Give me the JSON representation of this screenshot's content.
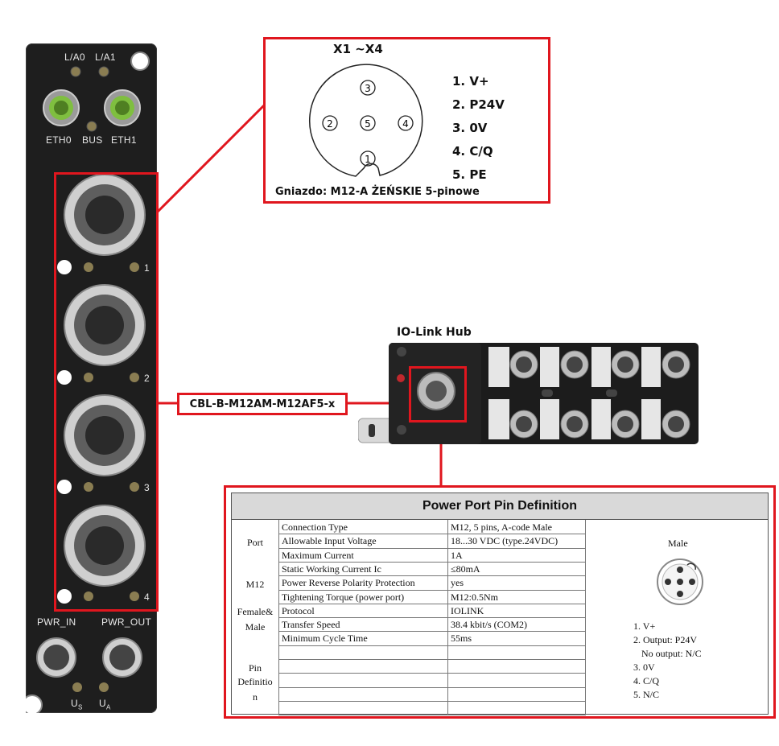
{
  "left_device": {
    "labels": {
      "la0": "L/A0",
      "la1": "L/A1",
      "eth0": "ETH0",
      "bus": "BUS",
      "eth1": "ETH1",
      "pwr_in": "PWR_IN",
      "pwr_out": "PWR_OUT",
      "us": "U",
      "us_sub": "S",
      "ua": "U",
      "ua_sub": "A"
    },
    "port_numbers": [
      "1",
      "2",
      "3",
      "4"
    ]
  },
  "pinout": {
    "title": "X1 ~X4",
    "pin_numbers": [
      "3",
      "2",
      "5",
      "4",
      "1"
    ],
    "pins": [
      "1. V+",
      "2. P24V",
      "3. 0V",
      "4.  C/Q",
      "5.  PE"
    ],
    "socket": "Gniazdo: M12-A ŻEŃSKIE 5-pinowe"
  },
  "cable": {
    "label": "CBL-B-M12AM-M12AF5-x"
  },
  "hub": {
    "title": "IO-Link Hub"
  },
  "table": {
    "title": "Power Port Pin Definition",
    "side_labels": {
      "port": "Port",
      "m12": "M12",
      "female_male_1": "Female&",
      "female_male_2": "Male",
      "pin_1": "Pin",
      "pin_2": "Definitio",
      "pin_3": "n"
    },
    "rows": [
      {
        "param": "Connection Type",
        "value": "M12, 5 pins, A-code Male"
      },
      {
        "param": "Allowable Input Voltage",
        "value": "18...30 VDC  (type.24VDC)"
      },
      {
        "param": "Maximum Current",
        "value": "1A"
      },
      {
        "param": "Static Working Current Ic",
        "value": "≤80mA"
      },
      {
        "param": "Power Reverse Polarity Protection",
        "value": "yes"
      },
      {
        "param": "Tightening Torque (power port)",
        "value": "M12:0.5Nm"
      },
      {
        "param": "Protocol",
        "value": "IOLINK"
      },
      {
        "param": "Transfer Speed",
        "value": "38.4 kbit/s  (COM2)"
      },
      {
        "param": "Minimum Cycle Time",
        "value": "55ms"
      },
      {
        "param": "",
        "value": ""
      },
      {
        "param": "",
        "value": ""
      },
      {
        "param": "",
        "value": ""
      },
      {
        "param": "",
        "value": ""
      },
      {
        "param": "",
        "value": ""
      }
    ],
    "male_label": "Male",
    "pin_notes": [
      "1. V+",
      "2. Output:  P24V",
      "No output:  N/C",
      "3. 0V",
      "4. C/Q",
      "5. N/C"
    ]
  },
  "colors": {
    "callout_red": "#e0161e",
    "device_body": "#1e1e1e",
    "eth_green": "#7fbf3f"
  }
}
